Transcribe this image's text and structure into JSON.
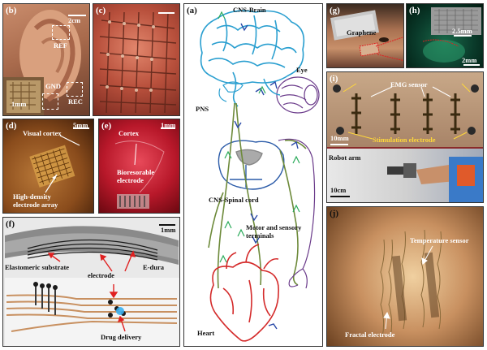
{
  "panels": {
    "b": {
      "label": "(b)",
      "scale": "2cm",
      "ref": "REF",
      "gnd": "GND",
      "rec": "REC",
      "inset_scale": "1mm"
    },
    "c": {
      "label": "(c)"
    },
    "d": {
      "label": "(d)",
      "visual_cortex": "Visual cortex",
      "scale": "5mm",
      "array": "High-density\nelectrode array"
    },
    "e": {
      "label": "(e)",
      "cortex": "Cortex",
      "scale": "1mm",
      "electrode": "Bioresorable\nelectrode"
    },
    "f": {
      "label": "(f)",
      "scale": "1mm",
      "substrate": "Elastomeric substrate",
      "edura": "E-dura",
      "electrode": "electrode",
      "drug": "Drug delivery"
    },
    "a": {
      "label": "(a)",
      "cns_brain": "CNS-Brain",
      "eye": "Eye",
      "pns": "PNS",
      "spinal": "CNS-Spinal cord",
      "terminals": "Motor and sensory\nterminals",
      "heart": "Heart"
    },
    "g": {
      "label": "(g)",
      "graphene": "Graphene"
    },
    "h": {
      "label": "(h)",
      "scale1": "2.5mm",
      "scale2": "2mm"
    },
    "i": {
      "label": "(i)",
      "emg": "EMG sensor",
      "stim": "Stimulation electrode",
      "scale1": "10mm",
      "robot": "Robot arm",
      "scale2": "10cm"
    },
    "j": {
      "label": "(j)",
      "temp": "Temperature sensor",
      "fractal": "Fractal electrode"
    }
  },
  "colors": {
    "brain": "#2a9fd0",
    "nerve_green": "#6d8a3a",
    "nerve_blue": "#2a4aa8",
    "heart": "#d42a2a",
    "spinal_blue": "#2a5aa8",
    "annotation_red": "#e02020",
    "annotation_yellow": "#ffd83a"
  }
}
